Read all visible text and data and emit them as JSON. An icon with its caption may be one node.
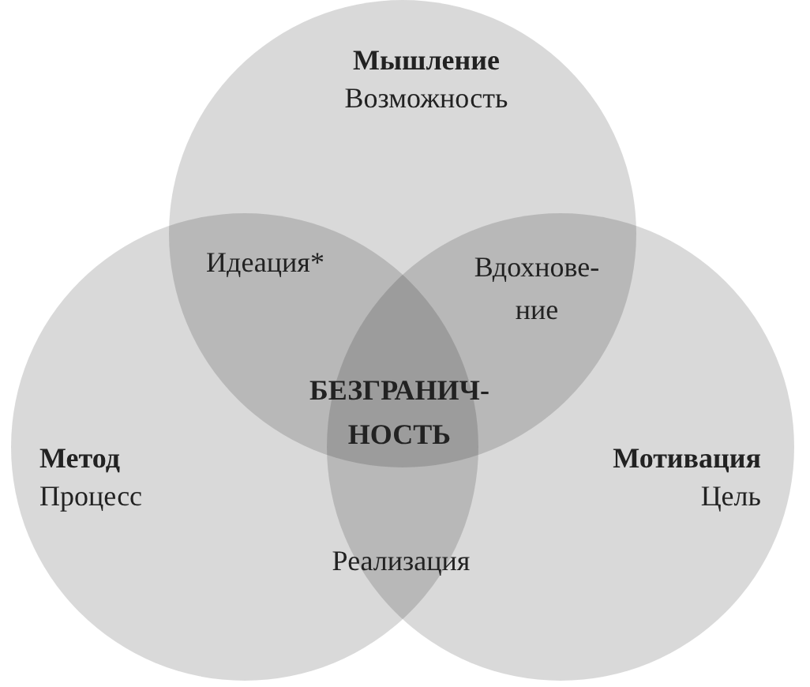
{
  "diagram": {
    "nodes": [
      {
        "text": [
          "Мышление",
          "Возможность"
        ]
      },
      {
        "text": [
          "Метод",
          "Процесс"
        ]
      },
      {
        "text": [
          "Мотивация",
          "Цель"
        ]
      }
    ],
    "labels": [
      "Идеация*",
      "Вдохнове- ние",
      "БЕЗГРАНИЧ- НОСТЬ",
      "Реализация"
    ]
  }
}
